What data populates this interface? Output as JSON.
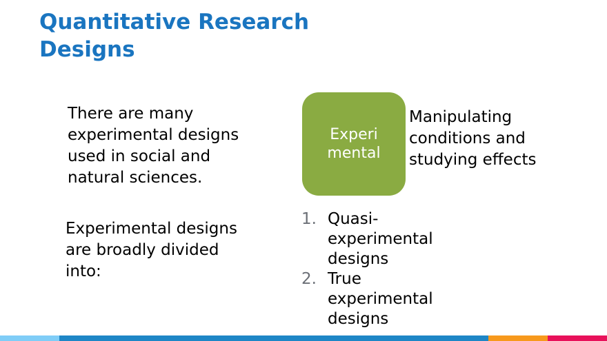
{
  "slide": {
    "title": "Quantitative Research Designs",
    "paragraph_1": "There are many experimental designs used in social and natural sciences.",
    "paragraph_2": "Experimental designs are broadly divided into:",
    "box_label": "Experimental",
    "box_description": "Manipulating conditions and studying effects",
    "list": [
      {
        "number": "1.",
        "text": "Quasi-experimental designs"
      },
      {
        "number": "2.",
        "text": "True experimental designs"
      }
    ]
  },
  "colors": {
    "title": "#1a75c0",
    "box": "#8aab42",
    "footer": [
      "#7fcdf7",
      "#1e86c6",
      "#f7991c",
      "#e8115a"
    ]
  }
}
